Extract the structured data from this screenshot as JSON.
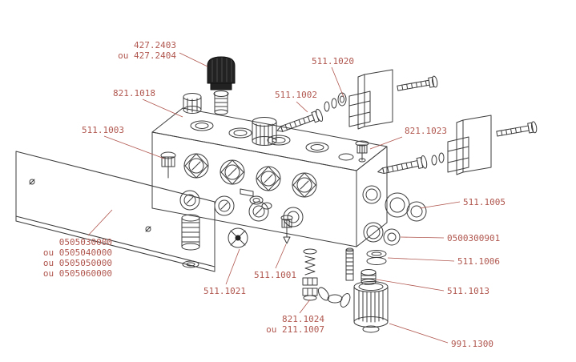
{
  "diagram": {
    "type": "exploded-parts-diagram",
    "background": "#ffffff",
    "label_color": "#b0564e",
    "line_color": "#3c3c3c"
  },
  "labels": {
    "cap": {
      "text": "427.2403\nou 427.2404"
    },
    "p511_1020": {
      "text": "511.1020"
    },
    "p821_1018": {
      "text": "821.1018"
    },
    "p511_1002": {
      "text": "511.1002"
    },
    "p511_1003": {
      "text": "511.1003"
    },
    "p821_1023": {
      "text": "821.1023"
    },
    "p511_1005": {
      "text": "511.1005"
    },
    "plate": {
      "text": "0505030000\nou 0505040000\nou 0505050000\nou 0505060000"
    },
    "p0500300901": {
      "text": "0500300901"
    },
    "p511_1006": {
      "text": "511.1006"
    },
    "p511_1001": {
      "text": "511.1001"
    },
    "p511_1021": {
      "text": "511.1021"
    },
    "p511_1013": {
      "text": "511.1013"
    },
    "p821_1024": {
      "text": "821.1024\nou 211.1007"
    },
    "p991_1300": {
      "text": "991.1300"
    }
  }
}
